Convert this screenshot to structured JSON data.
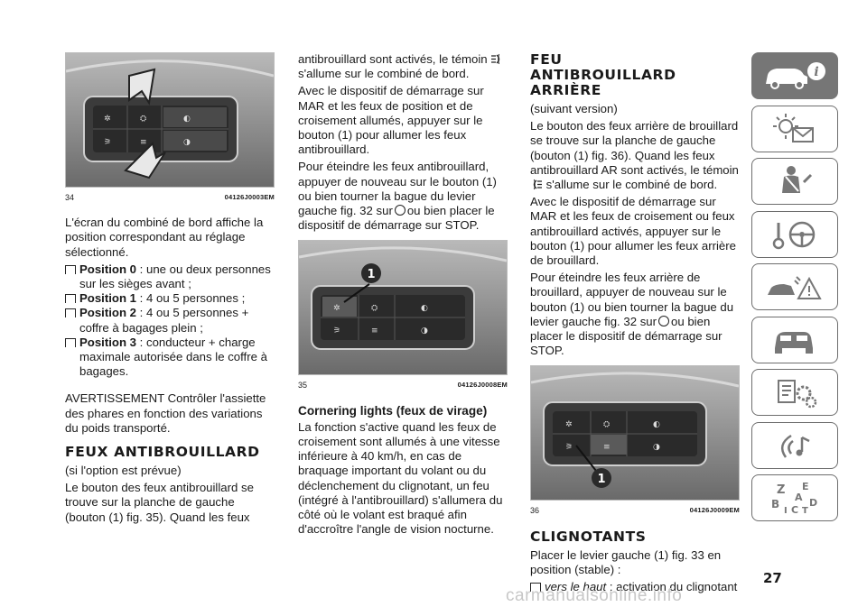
{
  "col1": {
    "fig34_num": "34",
    "fig34_code": "04126J0003EM",
    "intro": "L'écran du combiné de bord affiche la position correspondant au réglage sélectionné.",
    "positions": [
      {
        "label": "Position 0",
        "text": " : une ou deux personnes sur les sièges avant ;"
      },
      {
        "label": "Position 1",
        "text": " : 4 ou 5 personnes ;"
      },
      {
        "label": "Position 2",
        "text": " : 4 ou 5 personnes + coffre à bagages plein ;"
      },
      {
        "label": "Position 3",
        "text": " : conducteur + charge maximale autorisée dans le coffre à bagages."
      }
    ],
    "warning": "AVERTISSEMENT Contrôler l'assiette des phares en fonction des variations du poids transporté.",
    "heading": "FEUX ANTIBROUILLARD",
    "optional": "(si l'option est prévue)",
    "para": "Le bouton des feux antibrouillard se trouve sur la planche de gauche (bouton (1) fig. 35). Quand les feux"
  },
  "col2": {
    "p1a": "antibrouillard sont activés, le témoin",
    "p1b": "s'allume sur le combiné de bord.",
    "p2": "Avec le dispositif de démarrage sur MAR et les feux de position et de croisement allumés, appuyer sur le bouton (1) pour allumer les feux antibrouillard.",
    "p3a": "Pour éteindre les feux antibrouillard, appuyer de nouveau sur le bouton (1) ou bien tourner la bague du levier gauche fig. 32 sur",
    "p3b": "ou bien placer le dispositif de démarrage sur STOP.",
    "fig35_num": "35",
    "fig35_code": "04126J0008EM",
    "callout": "1",
    "subheading": "Cornering lights (feux de virage)",
    "p4": "La fonction s'active quand les feux de croisement sont allumés à une vitesse inférieure à 40 km/h, en cas de braquage important du volant ou du déclenchement du clignotant, un feu (intégré à l'antibrouillard) s'allumera du côté où le volant est braqué afin d'accroître l'angle de vision nocturne."
  },
  "col3": {
    "heading": "FEU ANTIBROUILLARD ARRIÈRE",
    "optional": "(suivant version)",
    "p1a": "Le bouton des feux arrière de brouillard se trouve sur la planche de gauche (bouton (1) fig. 36). Quand les feux antibrouillard AR sont activés, le témoin",
    "p1b": "s'allume sur le combiné de bord.",
    "p2": "Avec le dispositif de démarrage sur MAR et les feux de croisement ou feux antibrouillard activés, appuyer sur le bouton (1) pour allumer les feux arrière de brouillard.",
    "p3a": "Pour éteindre les feux arrière de brouillard, appuyer de nouveau sur le bouton (1) ou bien tourner la bague du levier gauche fig. 32 sur",
    "p3b": "ou bien placer le dispositif de démarrage sur STOP.",
    "fig36_num": "36",
    "fig36_code": "04126J0009EM",
    "callout": "1",
    "heading2": "CLIGNOTANTS",
    "p4": "Placer le levier gauche (1) fig. 33 en position (stable) :",
    "item_label": "vers le haut",
    "item_text": " : activation du clignotant"
  },
  "sidebar": {
    "tabs": [
      {
        "icon": "car-info-icon",
        "active": true
      },
      {
        "icon": "warning-light-mail-icon",
        "active": false
      },
      {
        "icon": "seat-belt-person-icon",
        "active": false
      },
      {
        "icon": "key-steering-wheel-icon",
        "active": false
      },
      {
        "icon": "car-crash-warning-icon",
        "active": false
      },
      {
        "icon": "car-side-icon",
        "active": false
      },
      {
        "icon": "maintenance-gears-icon",
        "active": false
      },
      {
        "icon": "multimedia-note-icon",
        "active": false
      },
      {
        "icon": "index-letters-icon",
        "active": false
      }
    ],
    "index_letters": [
      "Z",
      "E",
      "B",
      "A",
      "D",
      "I",
      "C",
      "T"
    ],
    "colors": {
      "active_bg": "#767676",
      "border": "#6d6d6d"
    }
  },
  "page_number": "27",
  "watermark": "carmanualsonline.info"
}
